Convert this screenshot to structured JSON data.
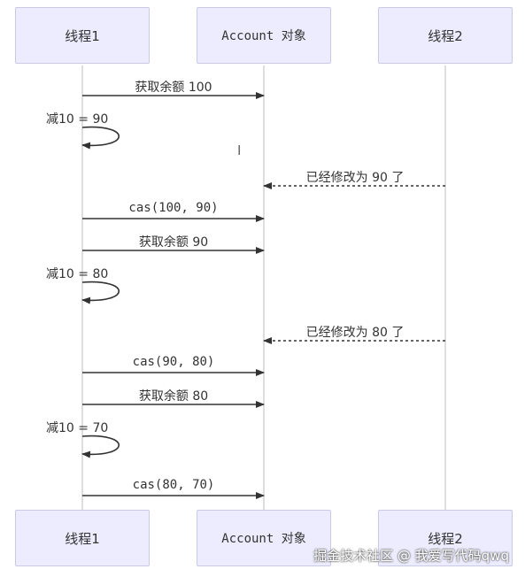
{
  "participants": {
    "thread1": "线程1",
    "account": "Account 对象",
    "thread2": "线程2"
  },
  "messages": [
    {
      "label": "获取余额 100"
    },
    {
      "label": "减10 = 90"
    },
    {
      "label": "已经修改为 90 了"
    },
    {
      "label": "cas(100, 90)"
    },
    {
      "label": "获取余额 90"
    },
    {
      "label": "减10 = 80"
    },
    {
      "label": "已经修改为 80 了"
    },
    {
      "label": "cas(90, 80)"
    },
    {
      "label": "获取余额 80"
    },
    {
      "label": "减10 = 70"
    },
    {
      "label": "cas(80, 70)"
    }
  ],
  "watermark": "掘金技术社区 @ 我爱写代码qwq"
}
